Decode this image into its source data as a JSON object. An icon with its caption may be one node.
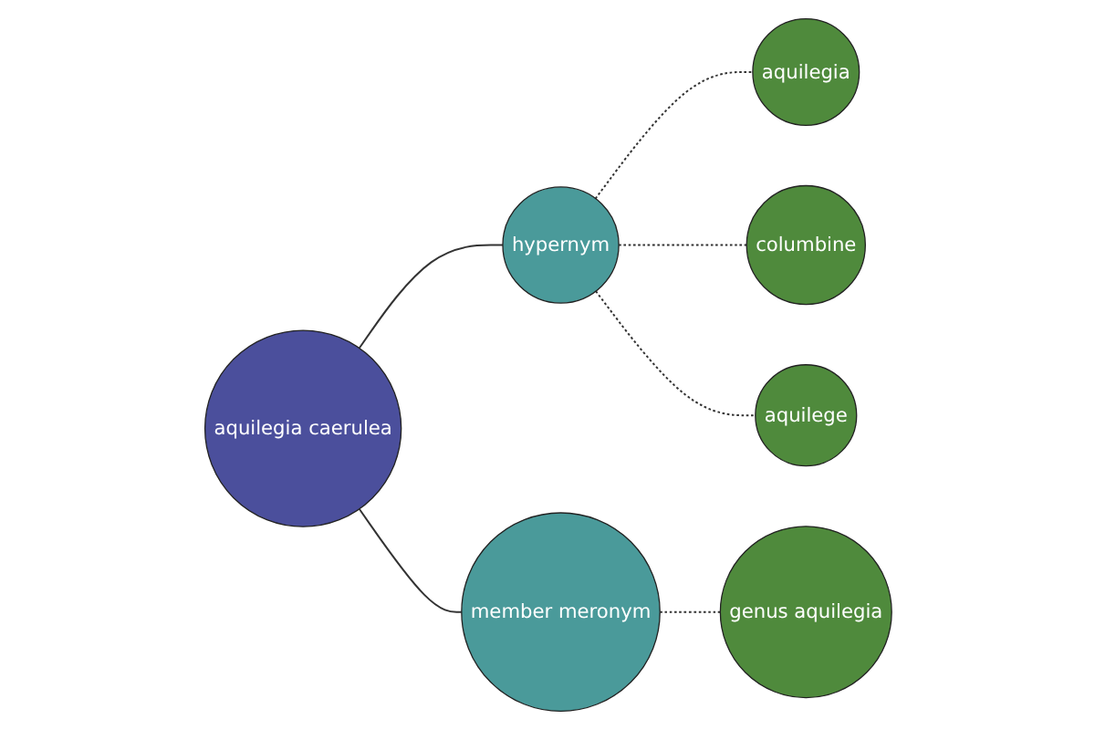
{
  "diagram": {
    "nodes": [
      {
        "text": [
          "aquilegia caerulea"
        ]
      },
      {
        "text": [
          "hypernym"
        ]
      },
      {
        "text": [
          "member meronym"
        ]
      },
      {
        "text": [
          "aquilegia"
        ]
      },
      {
        "text": [
          "columbine"
        ]
      },
      {
        "text": [
          "aquilege"
        ]
      },
      {
        "text": [
          "genus aquilegia"
        ]
      }
    ],
    "edges": [
      {
        "from": 0,
        "to": 1,
        "arrow": "none"
      },
      {
        "from": 0,
        "to": 2,
        "arrow": "none"
      },
      {
        "from": 1,
        "to": 3,
        "arrow": "none",
        "style": "dashed"
      },
      {
        "from": 1,
        "to": 4,
        "arrow": "none",
        "style": "dashed"
      },
      {
        "from": 1,
        "to": 5,
        "arrow": "none",
        "style": "dashed"
      },
      {
        "from": 2,
        "to": 6,
        "arrow": "none",
        "style": "dashed"
      }
    ]
  }
}
